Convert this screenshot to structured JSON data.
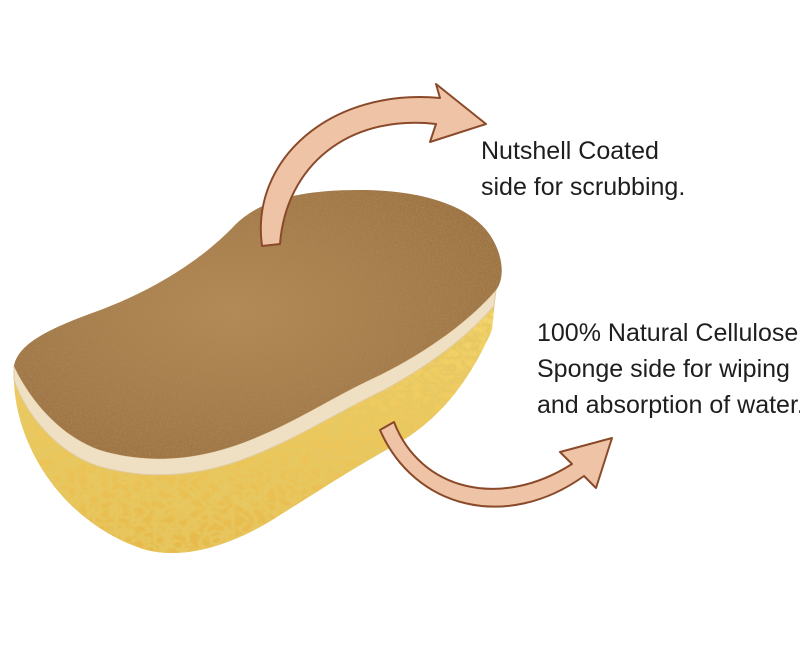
{
  "annotations": {
    "scrub_side": {
      "lines": [
        "Nutshell Coated",
        "side for scrubbing."
      ]
    },
    "sponge_side": {
      "lines": [
        "100% Natural Cellulose",
        "Sponge side for wiping",
        "and absorption of water."
      ]
    }
  },
  "colors": {
    "background": "#ffffff",
    "nutshell_coating": "#a97d4a",
    "cellulose_sponge": "#f3cf5c",
    "separator_layer": "#efe0c4",
    "arrow_fill": "#efc4a6",
    "arrow_outline": "#8a4a2a",
    "text": "#1e1e1e"
  },
  "icons": [
    "curved-arrow-up-right",
    "curved-arrow-down-right"
  ]
}
